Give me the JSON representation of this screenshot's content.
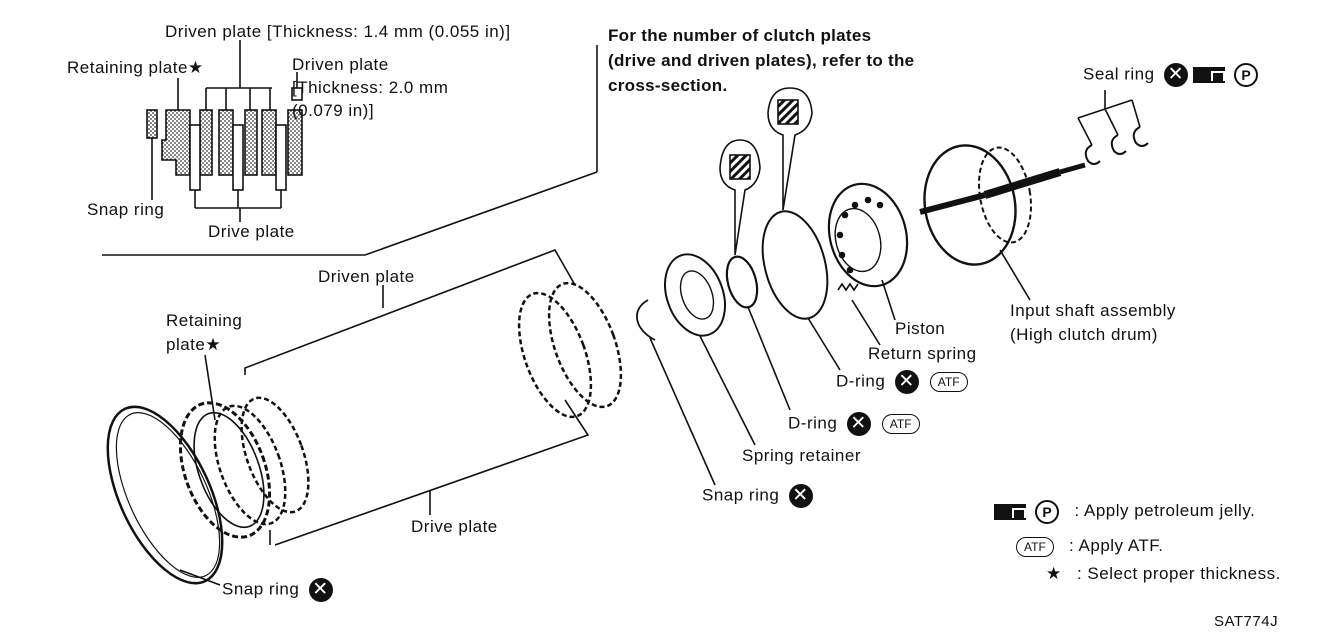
{
  "labels": {
    "driven_plate_thin": "Driven plate [Thickness: 1.4 mm (0.055 in)]",
    "driven_plate_thick": "Driven plate\n[Thickness: 2.0 mm\n(0.079 in)]",
    "retaining_plate_inset": "Retaining plate★",
    "snap_ring_inset": "Snap ring",
    "drive_plate_inset": "Drive plate",
    "note": "For the number of clutch plates\n(drive and driven plates), refer to the\ncross-section.",
    "seal_ring": "Seal ring",
    "driven_plate_main": "Driven plate",
    "retaining_plate_main": "Retaining\nplate★",
    "piston": "Piston",
    "return_spring": "Return spring",
    "d_ring_1": "D-ring",
    "d_ring_2": "D-ring",
    "spring_retainer": "Spring retainer",
    "snap_ring_mid": "Snap ring",
    "drive_plate_main": "Drive plate",
    "snap_ring_bottom": "Snap ring",
    "input_shaft": "Input shaft assembly\n(High clutch drum)"
  },
  "symbols": {
    "x_mark": "✕",
    "p_mark": "P",
    "atf": "ATF",
    "star": "★"
  },
  "legend": [
    {
      "symbol": "jelly",
      "text": ":  Apply petroleum jelly."
    },
    {
      "symbol": "atf",
      "text": ":  Apply ATF."
    },
    {
      "symbol": "star",
      "text": ":  Select proper thickness."
    }
  ],
  "figure_id": "SAT774J",
  "colors": {
    "ink": "#111111",
    "paper": "#ffffff",
    "hatch": "#555555"
  }
}
